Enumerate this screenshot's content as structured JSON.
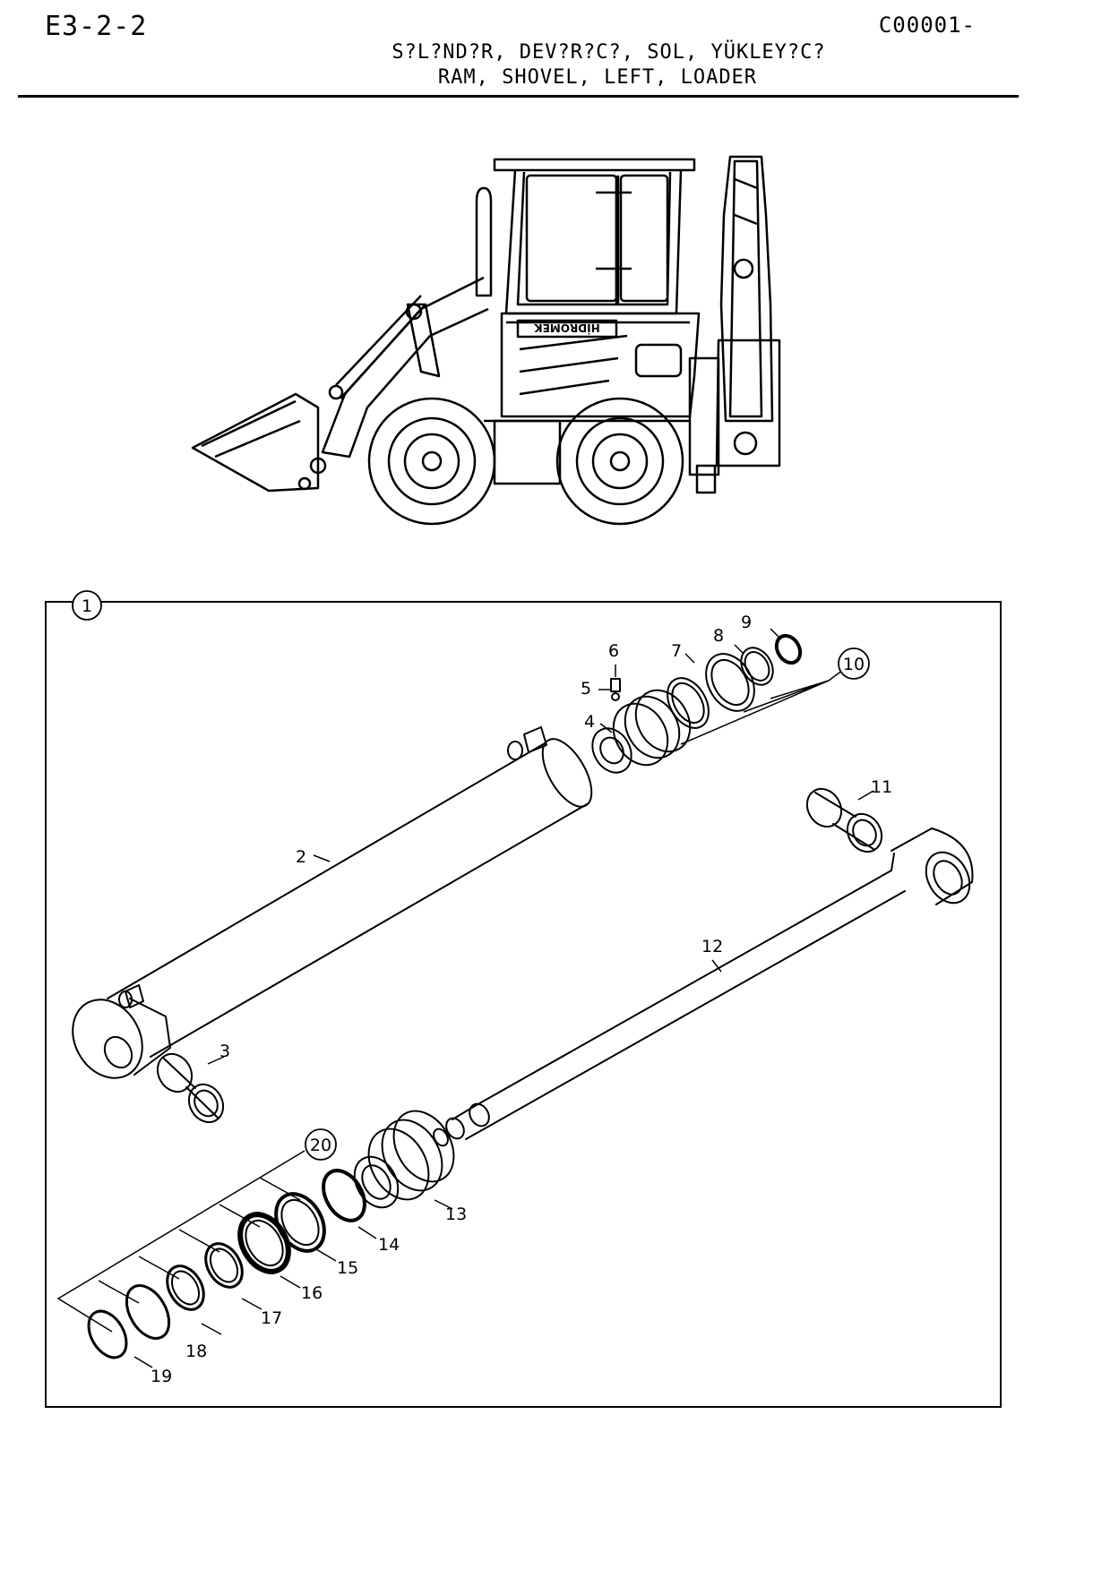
{
  "header": {
    "doc_code": "E3-2-2",
    "catalog_code": "C00001-",
    "title_tr": "S?L?ND?R, DEV?R?C?, SOL, YÜKLEY?C?",
    "title_en": "RAM, SHOVEL, LEFT, LOADER"
  },
  "machine": {
    "brand_mark": "HİDROMEK"
  },
  "diagram": {
    "assembly_label": "1",
    "part_labels": {
      "p2": "2",
      "p3": "3",
      "p4": "4",
      "p5": "5",
      "p6": "6",
      "p7": "7",
      "p8": "8",
      "p9": "9",
      "p10": "10",
      "p11": "11",
      "p12": "12",
      "p13": "13",
      "p14": "14",
      "p15": "15",
      "p16": "16",
      "p17": "17",
      "p18": "18",
      "p19": "19",
      "p20": "20"
    }
  }
}
